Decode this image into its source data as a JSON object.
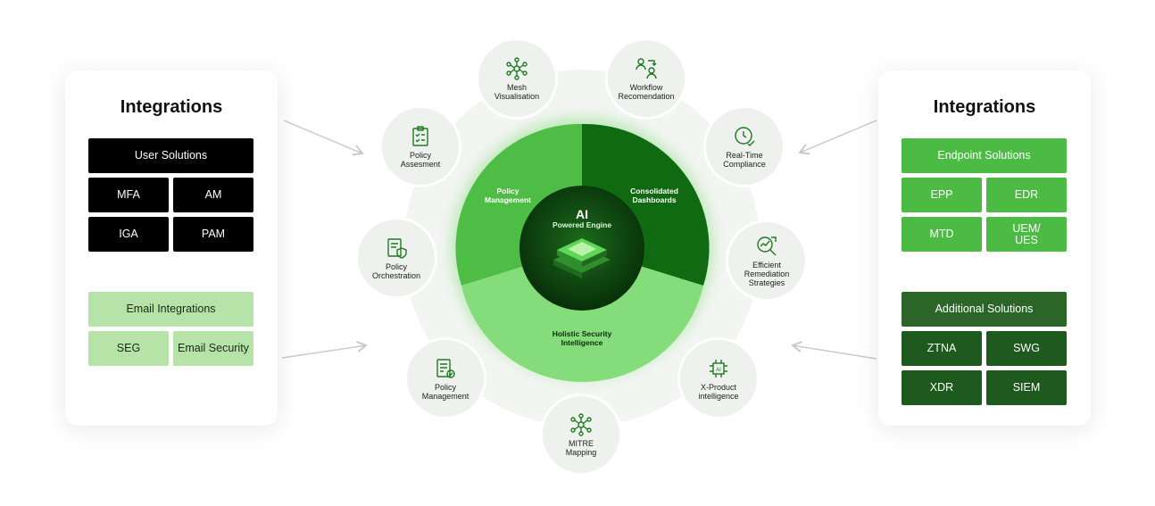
{
  "left_panel": {
    "title": "Integrations",
    "user_solutions": {
      "header": "User Solutions",
      "items": [
        "MFA",
        "AM",
        "IGA",
        "PAM"
      ]
    },
    "email_integrations": {
      "header": "Email Integrations",
      "items": [
        "SEG",
        "Email Security"
      ]
    }
  },
  "right_panel": {
    "title": "Integrations",
    "endpoint_solutions": {
      "header": "Endpoint Solutions",
      "items": [
        "EPP",
        "EDR",
        "MTD",
        "UEM/\nUES"
      ]
    },
    "additional_solutions": {
      "header": "Additional Solutions",
      "items": [
        "ZTNA",
        "SWG",
        "XDR",
        "SIEM"
      ]
    }
  },
  "center": {
    "title": "AI",
    "subtitle": "Powered Engine",
    "segments": {
      "policy_management": "Policy Management",
      "consolidated_dashboards": "Consolidated Dashboards",
      "holistic_security": "Holistic Security Intelligence"
    }
  },
  "nodes": {
    "mesh": "Mesh\nVisualisation",
    "workflow": "Workflow\nRecomendation",
    "realtime": "Real-Time\nCompliance",
    "efficient": "Efficient\nRemediation\nStrategies",
    "xproduct": "X-Product\nintelligence",
    "mitre": "MITRE\nMapping",
    "policy_mgmt": "Policy\nManagement",
    "policy_orch": "Policy\nOrchestration",
    "policy_assess": "Policy\nAssesment"
  },
  "colors": {
    "black": "#000000",
    "light_green": "#b6e3a8",
    "mid_green": "#4cbb44",
    "dark_green": "#2b6628",
    "segment_left": "#4dbd45",
    "segment_right": "#0f6a12",
    "segment_bottom": "#84dd7a",
    "core": "#0b3a0c"
  }
}
